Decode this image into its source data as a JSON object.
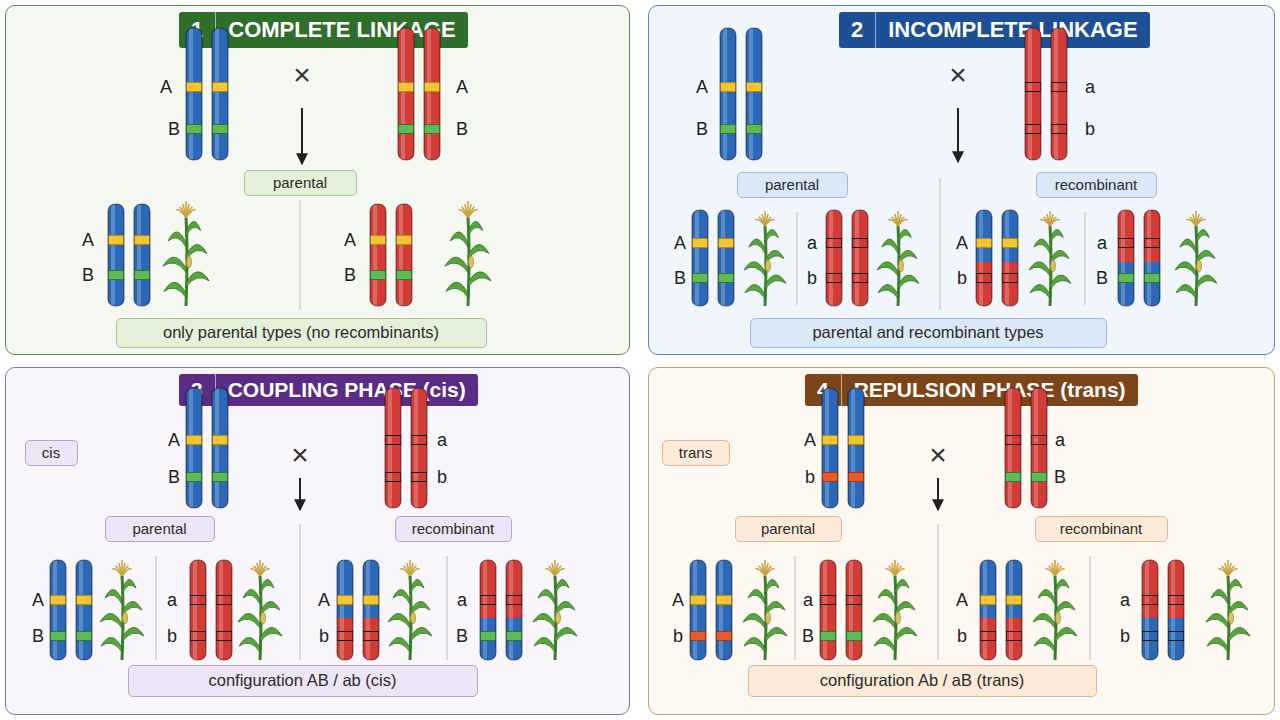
{
  "diagram": {
    "nodes": [
      {
        "text": [
          "1",
          "COMPLETE LINKAGE"
        ]
      },
      {
        "text": [
          "parental"
        ],
        "in": 0
      },
      {
        "text": [
          "only parental types (no recombinants)"
        ],
        "in": 0
      },
      {
        "text": [
          "2",
          "INCOMPLETE LINKAGE"
        ]
      },
      {
        "text": [
          "parental"
        ],
        "in": 3
      },
      {
        "text": [
          "recombinant"
        ],
        "in": 3
      },
      {
        "text": [
          "parental and recombinant types"
        ],
        "in": 3
      },
      {
        "text": [
          "3",
          "COUPLING PHASE (cis)"
        ]
      },
      {
        "text": [
          "cis"
        ],
        "in": 7
      },
      {
        "text": [
          "parental"
        ],
        "in": 7
      },
      {
        "text": [
          "recombinant"
        ],
        "in": 7
      },
      {
        "text": [
          "configuration AB / ab (cis)"
        ],
        "in": 7
      },
      {
        "text": [
          "4",
          "REPULSION PHASE (trans)"
        ]
      },
      {
        "text": [
          "trans"
        ],
        "in": 12
      },
      {
        "text": [
          "parental"
        ],
        "in": 12
      },
      {
        "text": [
          "recombinant"
        ],
        "in": 12
      },
      {
        "text": [
          "configuration Ab / aB (trans)"
        ],
        "in": 12
      }
    ],
    "labels": [
      "A",
      "B",
      "×",
      "A",
      "B",
      "A",
      "B",
      "A",
      "B",
      "A",
      "B",
      "×",
      "a",
      "b",
      "A",
      "B",
      "a",
      "b",
      "A",
      "b",
      "a",
      "B",
      "A",
      "B",
      "×",
      "a",
      "b",
      "A",
      "B",
      "a",
      "b",
      "A",
      "b",
      "a",
      "B",
      "A",
      "b",
      "×",
      "a",
      "B",
      "A",
      "b",
      "a",
      "B",
      "A",
      "b",
      "a",
      "b"
    ]
  }
}
